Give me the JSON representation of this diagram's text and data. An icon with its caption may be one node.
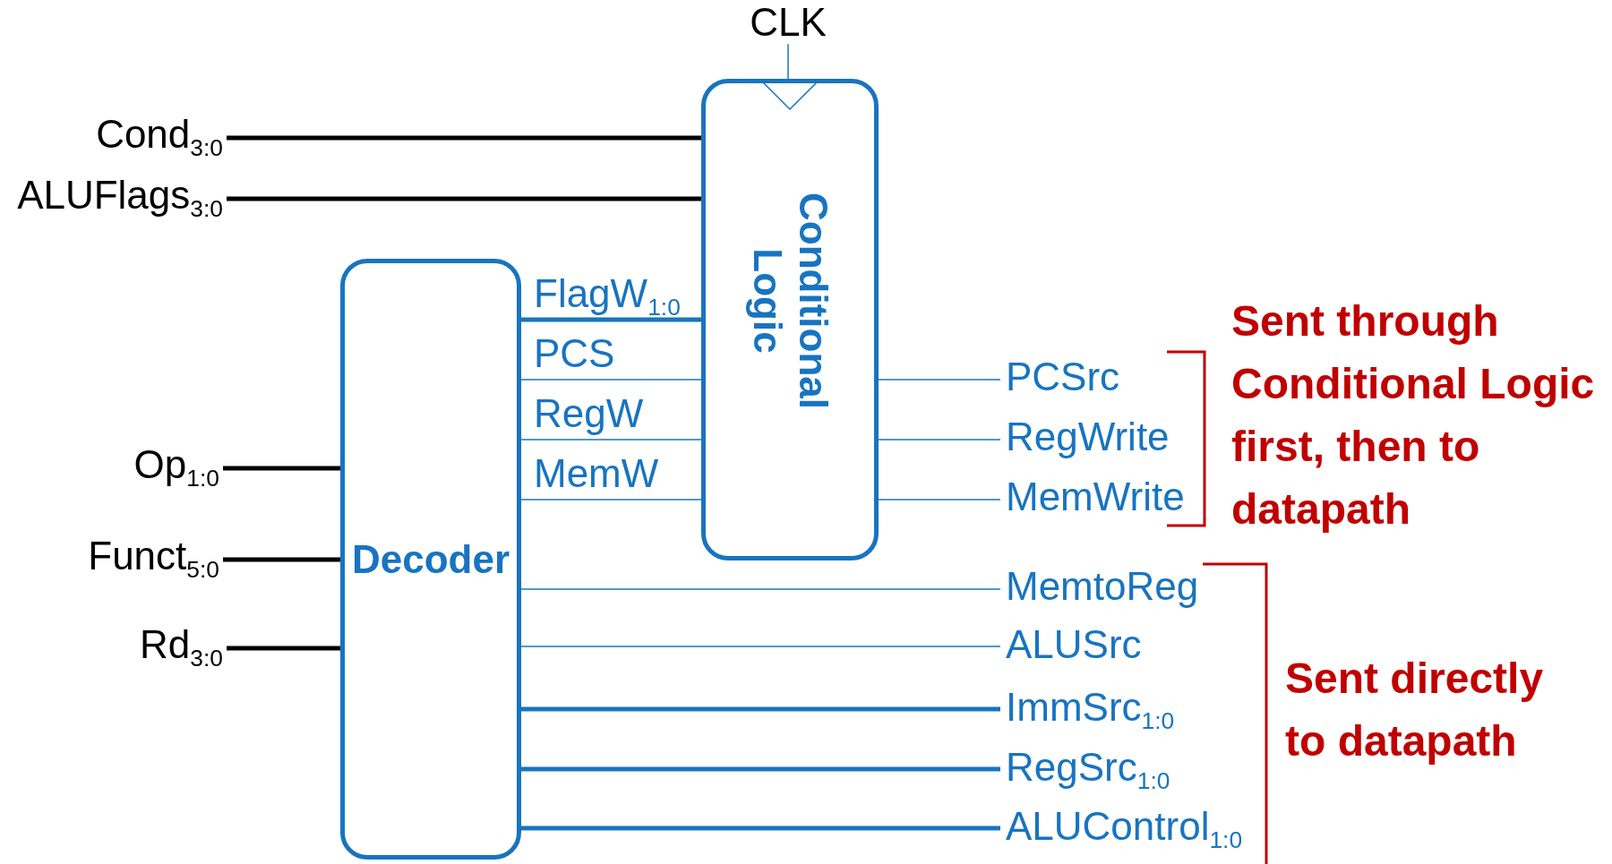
{
  "diagram": {
    "nodes": [
      {
        "text": [
          "CLK"
        ]
      },
      {
        "text": [
          "Cond$_{3:0}$"
        ]
      },
      {
        "text": [
          "ALUFlags$_{3:0}$"
        ]
      },
      {
        "text": [
          "Conditional Logic"
        ]
      },
      {
        "text": [
          "Decoder"
        ]
      },
      {
        "text": [
          "Op$_{1:0}$"
        ]
      },
      {
        "text": [
          "Funct$_{5:0}$"
        ]
      },
      {
        "text": [
          "Rd$_{3:0}$"
        ]
      },
      {
        "text": [
          "PCSrc"
        ]
      },
      {
        "text": [
          "RegWrite"
        ]
      },
      {
        "text": [
          "MemWrite"
        ]
      },
      {
        "text": [
          "MemtoReg"
        ]
      },
      {
        "text": [
          "ALUSrc"
        ]
      },
      {
        "text": [
          "ImmSrc$_{1:0}$"
        ]
      },
      {
        "text": [
          "RegSrc$_{1:0}$"
        ]
      },
      {
        "text": [
          "ALUControl$_{1:0}$"
        ]
      }
    ],
    "edges": [
      {
        "from": 0,
        "to": 3,
        "arrow": "none"
      },
      {
        "from": 1,
        "to": 3,
        "arrow": "none",
        "style": "thick",
        "color": "#000000"
      },
      {
        "from": 2,
        "to": 3,
        "arrow": "none",
        "style": "thick",
        "color": "#000000"
      },
      {
        "from": 5,
        "to": 4,
        "arrow": "none",
        "style": "thick",
        "color": "#000000"
      },
      {
        "from": 6,
        "to": 4,
        "arrow": "none",
        "style": "thick",
        "color": "#000000"
      },
      {
        "from": 7,
        "to": 4,
        "arrow": "none",
        "style": "thick",
        "color": "#000000"
      },
      {
        "from": 4,
        "to": 3,
        "arrow": "none",
        "label": "FlagW$_{1:0}$",
        "style": "thick"
      },
      {
        "from": 4,
        "to": 3,
        "arrow": "none",
        "label": "PCS"
      },
      {
        "from": 4,
        "to": 3,
        "arrow": "none",
        "label": "RegW"
      },
      {
        "from": 4,
        "to": 3,
        "arrow": "none",
        "label": "MemW"
      },
      {
        "from": 3,
        "to": 8,
        "arrow": "none"
      },
      {
        "from": 3,
        "to": 9,
        "arrow": "none"
      },
      {
        "from": 3,
        "to": 10,
        "arrow": "none"
      },
      {
        "from": 4,
        "to": 11,
        "arrow": "none"
      },
      {
        "from": 4,
        "to": 12,
        "arrow": "none"
      },
      {
        "from": 4,
        "to": 13,
        "arrow": "none",
        "style": "thick"
      },
      {
        "from": 4,
        "to": 14,
        "arrow": "none",
        "style": "thick"
      },
      {
        "from": 4,
        "to": 15,
        "arrow": "none",
        "style": "thick"
      }
    ],
    "labels": [
      "Sent through Conditional Logic first, then to datapath",
      "Sent directly to datapath"
    ]
  }
}
